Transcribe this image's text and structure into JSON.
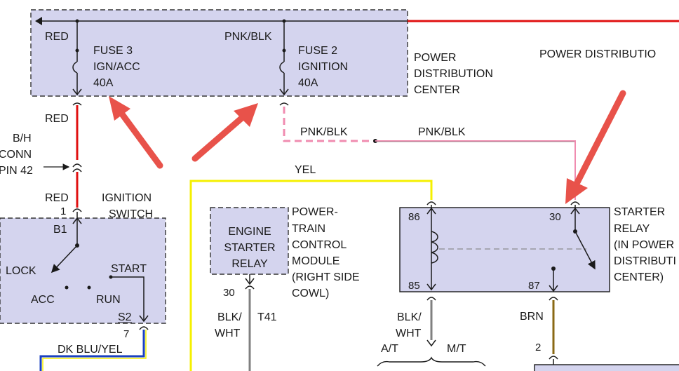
{
  "pdc": {
    "fuse3": {
      "line1": "FUSE 3",
      "line2": "IGN/ACC",
      "line3": "40A"
    },
    "fuse2": {
      "line1": "FUSE 2",
      "line2": "IGNITION",
      "line3": "40A"
    },
    "label": [
      "POWER",
      "DISTRIBUTION",
      "CENTER"
    ],
    "wire_red": "RED",
    "wire_pnkblk": "PNK/BLK"
  },
  "pdc_right_label": "POWER DISTRIBUTIO",
  "wires": {
    "red_upper": "RED",
    "red_lower": "RED",
    "pnkblk_left": "PNK/BLK",
    "pnkblk_right": "PNK/BLK",
    "yel": "YEL",
    "dk_blu_yel": "DK BLU/YEL",
    "blk_wht_left": [
      "BLK/",
      "WHT"
    ],
    "t41": "T41",
    "blk_wht_right": [
      "BLK/",
      "WHT"
    ],
    "brn": "BRN",
    "at": "A/T",
    "mt": "M/T"
  },
  "conn": {
    "line1": "B/H",
    "line2": "CONN",
    "line3": "PIN 42"
  },
  "ignition_switch": {
    "title": [
      "IGNITION",
      "SWITCH"
    ],
    "pin_top": "1",
    "b1": "B1",
    "lock": "LOCK",
    "acc": "ACC",
    "run": "RUN",
    "start": "START",
    "s2": "S2",
    "pin_bottom": "7"
  },
  "engine_starter_relay": {
    "label": [
      "ENGINE",
      "STARTER",
      "RELAY"
    ],
    "pin": "30"
  },
  "pcm_label": [
    "POWER-",
    "TRAIN",
    "CONTROL",
    "MODULE",
    "(RIGHT SIDE",
    "COWL)"
  ],
  "starter_relay": {
    "pin86": "86",
    "pin85": "85",
    "pin30": "30",
    "pin87": "87",
    "label": [
      "STARTER",
      "RELAY",
      "(IN POWER",
      "DISTRIBUTI",
      "CENTER)"
    ],
    "pin_bottom": "2"
  },
  "colors": {
    "box_fill": "#d4d4ee",
    "red_wire": "#e01010",
    "pink_wire": "#f08cb0",
    "yellow_wire": "#f5f000",
    "gray_wire": "#808080",
    "brown_wire": "#8a6914",
    "blue_wire": "#1a40c0",
    "arrow": "#e8524a"
  }
}
